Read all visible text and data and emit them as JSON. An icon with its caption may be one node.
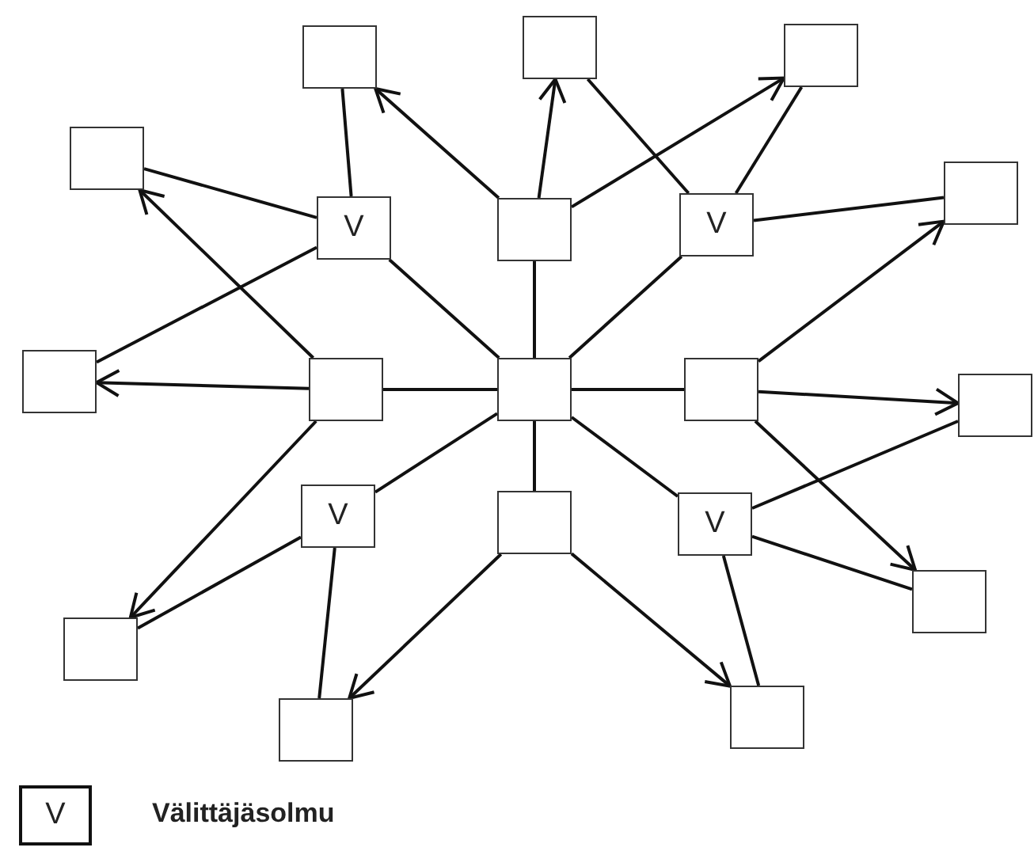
{
  "diagram": {
    "nodes": [
      {
        "text": [],
        "shape": "box"
      },
      {
        "text": [],
        "shape": "box"
      },
      {
        "text": [],
        "shape": "box"
      },
      {
        "text": [],
        "shape": "box"
      },
      {
        "text": [
          "V"
        ]
      },
      {
        "text": [],
        "shape": "box"
      },
      {
        "text": [
          "V"
        ]
      },
      {
        "text": [],
        "shape": "box"
      },
      {
        "text": [],
        "shape": "box"
      },
      {
        "text": [],
        "shape": "box"
      },
      {
        "text": [],
        "shape": "box"
      },
      {
        "text": [],
        "shape": "box"
      },
      {
        "text": [],
        "shape": "box"
      },
      {
        "text": [
          "V"
        ]
      },
      {
        "text": [],
        "shape": "box"
      },
      {
        "text": [
          "V"
        ]
      },
      {
        "text": [],
        "shape": "box"
      },
      {
        "text": [],
        "shape": "box"
      },
      {
        "text": [],
        "shape": "box"
      },
      {
        "text": [],
        "shape": "box"
      }
    ],
    "edges": [
      {
        "from": 10,
        "to": 5,
        "arrow": "none"
      },
      {
        "from": 10,
        "to": 9,
        "arrow": "none"
      },
      {
        "from": 10,
        "to": 11,
        "arrow": "none"
      },
      {
        "from": 10,
        "to": 14,
        "arrow": "none"
      },
      {
        "from": 10,
        "to": 4,
        "arrow": "none"
      },
      {
        "from": 10,
        "to": 6,
        "arrow": "none"
      },
      {
        "from": 10,
        "to": 13,
        "arrow": "none"
      },
      {
        "from": 10,
        "to": 15,
        "arrow": "none"
      },
      {
        "from": 5,
        "to": 0,
        "arrow": "to"
      },
      {
        "from": 5,
        "to": 1,
        "arrow": "to"
      },
      {
        "from": 5,
        "to": 2,
        "arrow": "to"
      },
      {
        "from": 4,
        "to": 0,
        "arrow": "none"
      },
      {
        "from": 6,
        "to": 1,
        "arrow": "none"
      },
      {
        "from": 6,
        "to": 2,
        "arrow": "none"
      },
      {
        "from": 9,
        "to": 3,
        "arrow": "to"
      },
      {
        "from": 9,
        "to": 8,
        "arrow": "to"
      },
      {
        "from": 4,
        "to": 3,
        "arrow": "none"
      },
      {
        "from": 4,
        "to": 8,
        "arrow": "none"
      },
      {
        "from": 11,
        "to": 7,
        "arrow": "to"
      },
      {
        "from": 11,
        "to": 12,
        "arrow": "to"
      },
      {
        "from": 11,
        "to": 16,
        "arrow": "to"
      },
      {
        "from": 6,
        "to": 7,
        "arrow": "none"
      },
      {
        "from": 15,
        "to": 12,
        "arrow": "none"
      },
      {
        "from": 15,
        "to": 16,
        "arrow": "none"
      },
      {
        "from": 14,
        "to": 18,
        "arrow": "to"
      },
      {
        "from": 14,
        "to": 19,
        "arrow": "to"
      },
      {
        "from": 13,
        "to": 18,
        "arrow": "none"
      },
      {
        "from": 15,
        "to": 19,
        "arrow": "none"
      },
      {
        "from": 9,
        "to": 17,
        "arrow": "to"
      },
      {
        "from": 13,
        "to": 17,
        "arrow": "none"
      }
    ],
    "labels": [
      "V"
    ],
    "legend": [
      {
        "text": "Välittäjäsolmu"
      }
    ]
  }
}
